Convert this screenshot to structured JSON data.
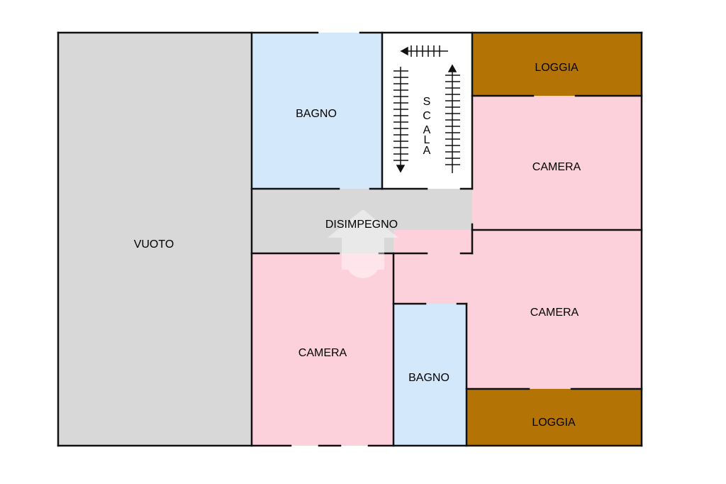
{
  "rooms": {
    "vuoto": {
      "label": "VUOTO",
      "color": "#d8d8d8"
    },
    "bagno_top": {
      "label": "BAGNO",
      "color": "#d4e8fb"
    },
    "scala": {
      "label": "SCALA",
      "letters": [
        "S",
        "C",
        "A",
        "L",
        "A"
      ],
      "color": "#ffffff"
    },
    "loggia_top": {
      "label": "LOGGIA",
      "color": "#b37405"
    },
    "camera_top_right": {
      "label": "CAMERA",
      "color": "#fdd1dc"
    },
    "disimpegno": {
      "label": "DISIMPEGNO",
      "color": "#d8d8d8"
    },
    "camera_right": {
      "label": "CAMERA",
      "color": "#fdd1dc"
    },
    "camera_bottom_left": {
      "label": "CAMERA",
      "color": "#fdd1dc"
    },
    "bagno_bottom": {
      "label": "BAGNO",
      "color": "#d4e8fb"
    },
    "loggia_bottom": {
      "label": "LOGGIA",
      "color": "#b37405"
    }
  },
  "colors": {
    "wall": "#111111",
    "watermark": "#ffffff"
  }
}
